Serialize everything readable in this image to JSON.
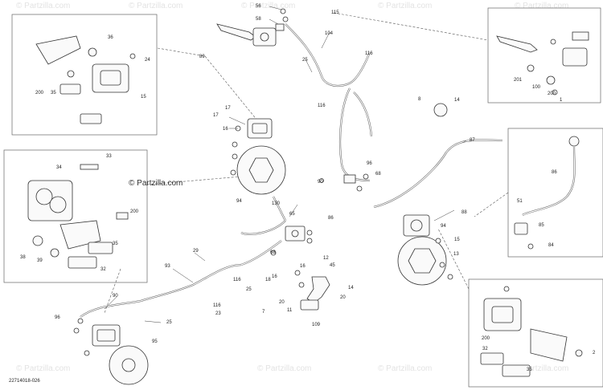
{
  "watermark": {
    "main": "© Partzilla.com",
    "faint": "© Partzilla.com"
  },
  "diagram_code": "22714018-026",
  "callouts": {
    "c1": "56",
    "c2": "58",
    "c3": "115",
    "c4": "104",
    "c5": "25",
    "c6": "116",
    "c7": "116",
    "c8": "89",
    "c9": "17",
    "c10": "17",
    "c11": "16",
    "c12": "94",
    "c13": "96",
    "c14": "68",
    "c15": "90",
    "c16": "130",
    "c17": "65",
    "c18": "87",
    "c19": "14",
    "c20": "8",
    "c21": "88",
    "c22": "94",
    "c23": "15",
    "c24": "13",
    "c25": "29",
    "c26": "93",
    "c27": "116",
    "c28": "25",
    "c29": "23",
    "c30": "90",
    "c31": "95",
    "c32": "96",
    "c33": "25",
    "c34": "16",
    "c35": "12",
    "c36": "45",
    "c37": "14",
    "c38": "20",
    "c39": "109",
    "c40": "7",
    "c41": "20",
    "c42": "11",
    "c43": "18",
    "c44": "16",
    "c45": "68",
    "c46": "86",
    "c47": "116",
    "b1a": "36",
    "b1b": "24",
    "b1c": "200",
    "b1d": "35",
    "b1e": "15",
    "b2a": "34",
    "b2b": "33",
    "b2c": "200",
    "b2d": "38",
    "b2e": "39",
    "b2f": "32",
    "b2g": "35",
    "b3a": "201",
    "b3b": "100",
    "b3c": "200",
    "b3d": "1",
    "b4a": "86",
    "b4b": "51",
    "b4c": "85",
    "b4d": "84",
    "b5a": "200",
    "b5b": "32",
    "b5c": "2",
    "b5d": "35"
  }
}
